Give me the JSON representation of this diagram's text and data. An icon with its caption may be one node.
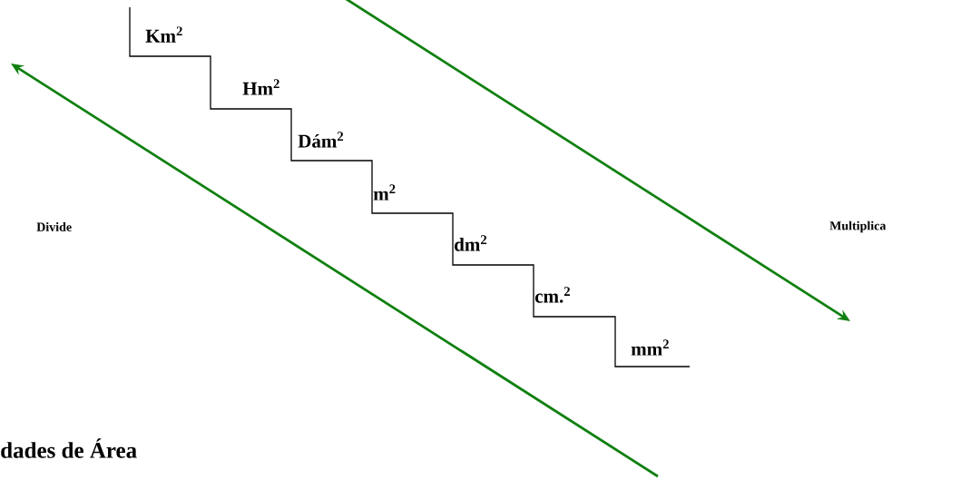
{
  "diagram": {
    "labels": [
      "Km$^{2}$",
      "Hm$^{2}$",
      "Dám$^{2}$",
      "m$^{2}$",
      "Divide",
      "Multiplica",
      "dm$^{2}$",
      "cm.$^{2}$",
      "mm$^{2}$",
      "dades de Área"
    ]
  }
}
